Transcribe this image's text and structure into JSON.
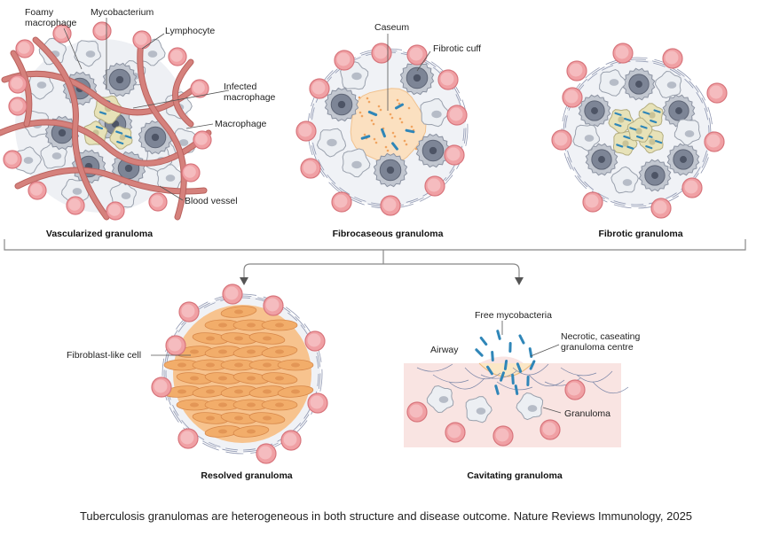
{
  "panels": {
    "vascularized": {
      "title": "Vascularized granuloma",
      "labels": {
        "foamy": "Foamy\nmacrophage",
        "myco": "Mycobacterium",
        "lympho": "Lymphocyte",
        "infected": "Infected\nmacrophage",
        "macrophage": "Macrophage",
        "vessel": "Blood vessel"
      }
    },
    "fibrocaseous": {
      "title": "Fibrocaseous granuloma",
      "labels": {
        "caseum": "Caseum",
        "cuff": "Fibrotic cuff"
      }
    },
    "fibrotic": {
      "title": "Fibrotic granuloma"
    },
    "resolved": {
      "title": "Resolved granuloma",
      "labels": {
        "fibroblast": "Fibroblast-like cell"
      }
    },
    "cavitating": {
      "title": "Cavitating granuloma",
      "labels": {
        "free": "Free mycobacteria",
        "airway": "Airway",
        "necrotic": "Necrotic, caseating\ngranuloma centre",
        "granuloma": "Granuloma"
      }
    }
  },
  "caption": "Tuberculosis granulomas are heterogeneous in both structure and disease outcome. Nature Reviews Immunology, 2025",
  "colors": {
    "lymphocyte": "#f0a0a4",
    "macrophage": "#a9afbc",
    "infected": "#e7e2b8",
    "bacteria": "#2f86b8",
    "vessel": "#d5817c",
    "fibroblast": "#f2ad6a",
    "caseum": "#fbe0c0"
  }
}
